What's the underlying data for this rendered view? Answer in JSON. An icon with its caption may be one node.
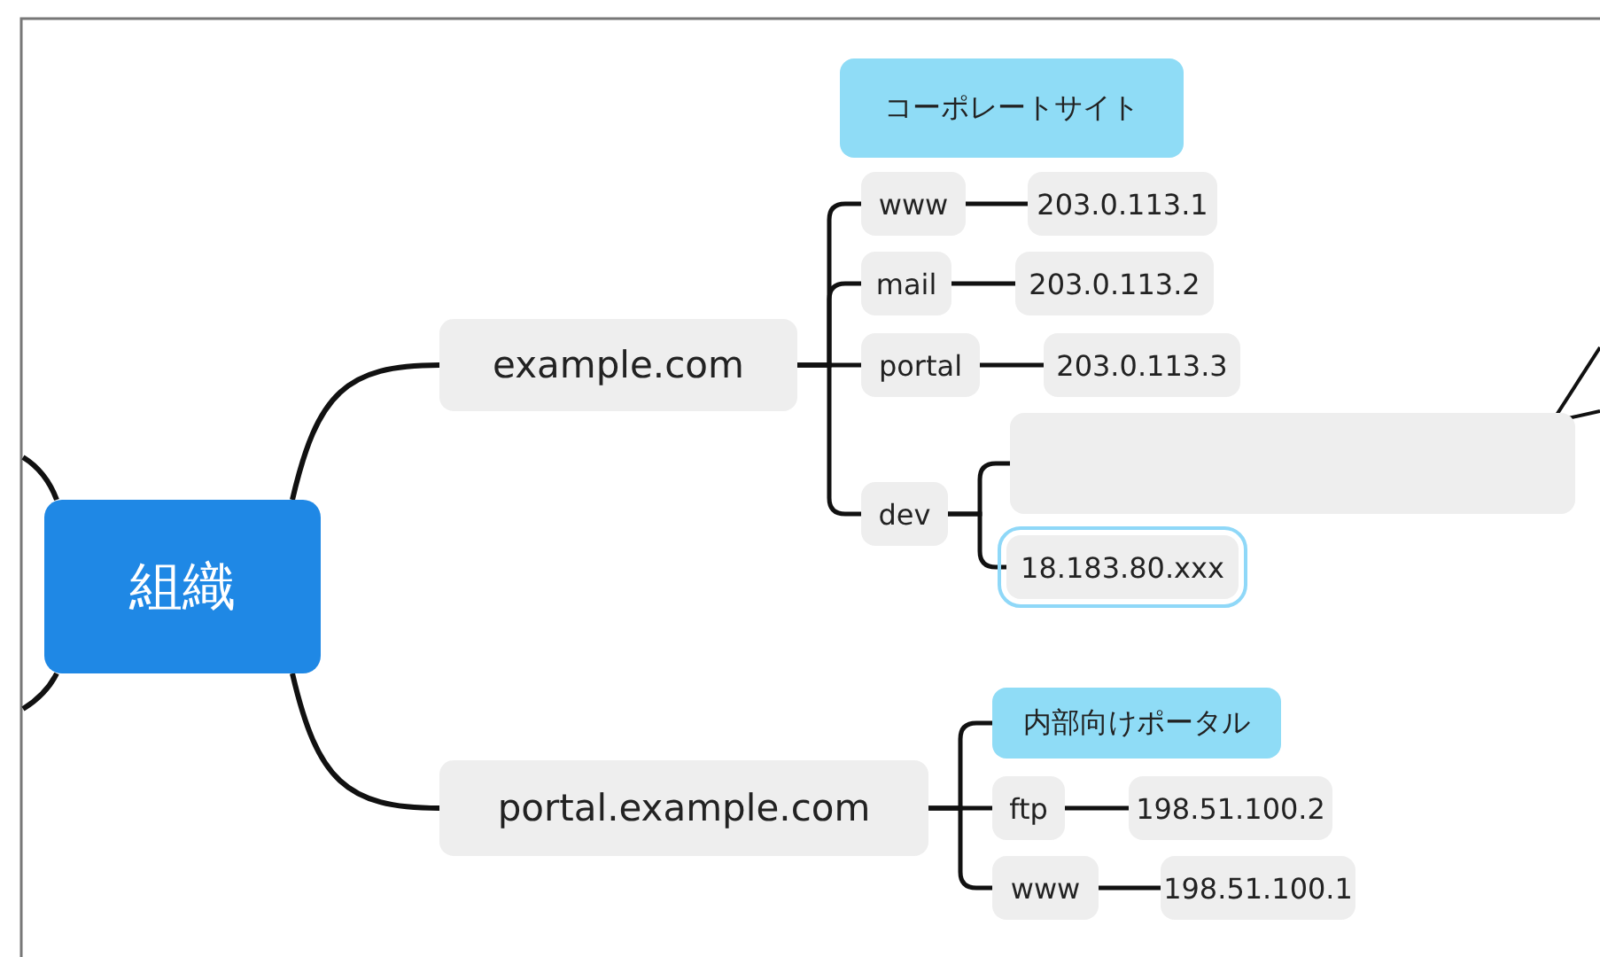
{
  "diagram": {
    "nodes": [
      {
        "text": [
          "組織"
        ]
      },
      {
        "text": [
          "example.com"
        ]
      },
      {
        "text": [
          "portal.example.com"
        ]
      },
      {
        "text": [
          "コーポレートサイト"
        ]
      },
      {
        "text": [
          "www"
        ]
      },
      {
        "text": [
          "203.0.113.1"
        ]
      },
      {
        "text": [
          "mail"
        ]
      },
      {
        "text": [
          "203.0.113.2"
        ]
      },
      {
        "text": [
          "portal"
        ]
      },
      {
        "text": [
          "203.0.113.3"
        ]
      },
      {
        "text": [
          "dev"
        ]
      },
      {
        "text": [],
        "shape": "box"
      },
      {
        "text": [
          "18.183.80.xxx"
        ]
      },
      {
        "text": [
          "内部向けポータル"
        ]
      },
      {
        "text": [
          "ftp"
        ]
      },
      {
        "text": [
          "198.51.100.2"
        ]
      },
      {
        "text": [
          "www"
        ]
      },
      {
        "text": [
          "198.51.100.1"
        ]
      }
    ],
    "edges": [
      {
        "from": 0,
        "to": 1,
        "arrow": "none"
      },
      {
        "from": 0,
        "to": 2,
        "arrow": "none"
      },
      {
        "from": 1,
        "to": 4,
        "arrow": "none"
      },
      {
        "from": 1,
        "to": 6,
        "arrow": "none"
      },
      {
        "from": 1,
        "to": 8,
        "arrow": "none"
      },
      {
        "from": 1,
        "to": 10,
        "arrow": "none"
      },
      {
        "from": 4,
        "to": 5,
        "arrow": "none"
      },
      {
        "from": 6,
        "to": 7,
        "arrow": "none"
      },
      {
        "from": 8,
        "to": 9,
        "arrow": "none"
      },
      {
        "from": 10,
        "to": 11,
        "arrow": "none"
      },
      {
        "from": 10,
        "to": 12,
        "arrow": "none"
      },
      {
        "from": 2,
        "to": 13,
        "arrow": "none"
      },
      {
        "from": 2,
        "to": 14,
        "arrow": "none"
      },
      {
        "from": 2,
        "to": 16,
        "arrow": "none"
      },
      {
        "from": 14,
        "to": 15,
        "arrow": "none"
      },
      {
        "from": 16,
        "to": 17,
        "arrow": "none"
      }
    ]
  }
}
